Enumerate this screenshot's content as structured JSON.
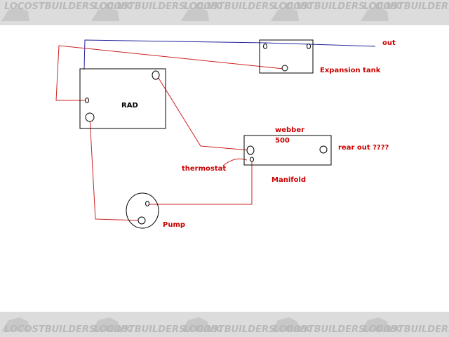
{
  "watermark": {
    "text": "LOCOSTBUILDERS.CO.UK"
  },
  "colors": {
    "background": "#ffffff",
    "banner": "#dcdcdc",
    "banner_text": "#b9b9b9",
    "red_pipe": "#cc2222",
    "blue_pipe": "#22229a",
    "outline": "#000000",
    "label_red": "#cc0000",
    "label_dark": "#000000"
  },
  "labels": {
    "out": "out",
    "expansion_tank": "Expansion tank",
    "rad": "RAD",
    "webber": "webber",
    "webber_size": "500",
    "rear_out": "rear out ????",
    "thermostat": "thermostat",
    "manifold": "Manifold",
    "pump": "Pump"
  }
}
